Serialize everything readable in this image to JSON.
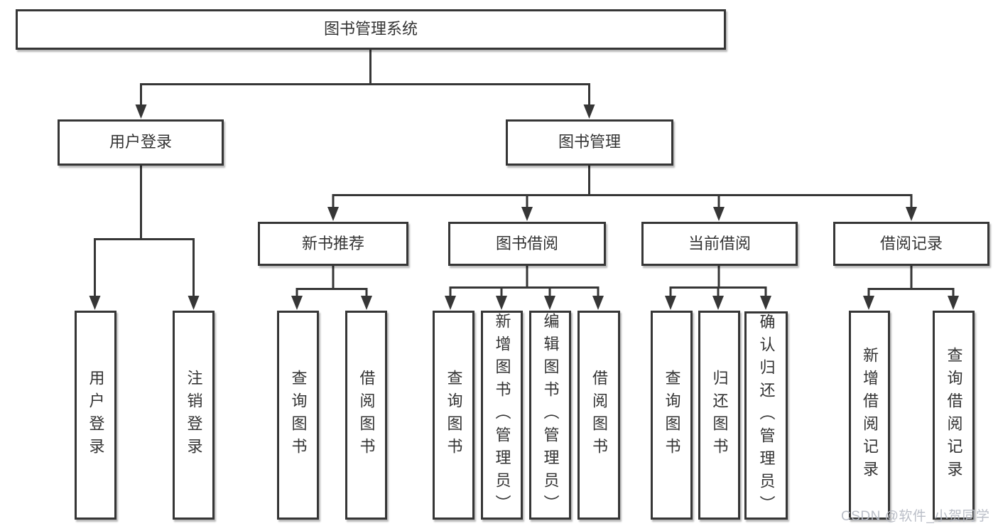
{
  "diagram": {
    "root": {
      "label": "图书管理系统"
    },
    "level2": [
      {
        "label": "用户登录"
      },
      {
        "label": "图书管理"
      }
    ],
    "level3": [
      {
        "label": "新书推荐"
      },
      {
        "label": "图书借阅"
      },
      {
        "label": "当前借阅"
      },
      {
        "label": "借阅记录"
      }
    ],
    "leaves": [
      {
        "label": "用户登录"
      },
      {
        "label": "注销登录"
      },
      {
        "label": "查询图书"
      },
      {
        "label": "借阅图书"
      },
      {
        "label": "查询图书"
      },
      {
        "label": "新增图书（管理员）"
      },
      {
        "label": "编辑图书（管理员）"
      },
      {
        "label": "借阅图书"
      },
      {
        "label": "查询图书"
      },
      {
        "label": "归还图书"
      },
      {
        "label": "确认归还（管理员）"
      },
      {
        "label": "新增借阅记录"
      },
      {
        "label": "查询借阅记录"
      }
    ]
  },
  "watermark": "CSDN @软件_小贺同学",
  "colors": {
    "line": "#363636",
    "text": "#333333",
    "box_fill": "#ffffff",
    "watermark": "#b6bbc4",
    "background": "#ffffff"
  }
}
